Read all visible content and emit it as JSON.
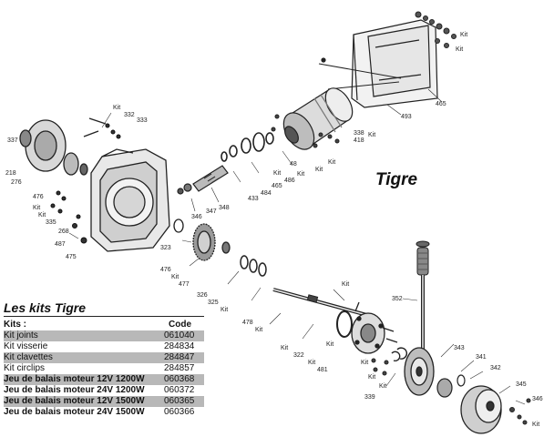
{
  "diagram_title": "Tigre",
  "callouts": [
    {
      "id": "c-kit-332",
      "text": "Kit"
    },
    {
      "id": "c-332",
      "text": "332"
    },
    {
      "id": "c-333",
      "text": "333"
    },
    {
      "id": "c-338",
      "text": "338"
    },
    {
      "id": "c-418",
      "text": "418"
    },
    {
      "id": "c-kit-418",
      "text": "Kit"
    },
    {
      "id": "c-kit-top1",
      "text": "Kit"
    },
    {
      "id": "c-kit-top2",
      "text": "Kit"
    },
    {
      "id": "c-465",
      "text": "465"
    },
    {
      "id": "c-493",
      "text": "493"
    },
    {
      "id": "c-48",
      "text": "48"
    },
    {
      "id": "c-kit-a",
      "text": "Kit"
    },
    {
      "id": "c-kit-b",
      "text": "Kit"
    },
    {
      "id": "c-kit-c",
      "text": "Kit"
    },
    {
      "id": "c-kit-d",
      "text": "Kit"
    },
    {
      "id": "c-486",
      "text": "486"
    },
    {
      "id": "c-465b",
      "text": "465"
    },
    {
      "id": "c-484",
      "text": "484"
    },
    {
      "id": "c-433",
      "text": "433"
    },
    {
      "id": "c-348",
      "text": "348"
    },
    {
      "id": "c-347",
      "text": "347"
    },
    {
      "id": "c-346",
      "text": "346"
    },
    {
      "id": "c-337",
      "text": "337"
    },
    {
      "id": "c-218",
      "text": "218"
    },
    {
      "id": "c-276",
      "text": "276"
    },
    {
      "id": "c-476",
      "text": "476"
    },
    {
      "id": "c-kit-left1",
      "text": "Kit"
    },
    {
      "id": "c-kit-left2",
      "text": "Kit"
    },
    {
      "id": "c-335",
      "text": "335"
    },
    {
      "id": "c-268",
      "text": "268"
    },
    {
      "id": "c-487",
      "text": "487"
    },
    {
      "id": "c-475",
      "text": "475"
    },
    {
      "id": "c-323",
      "text": "323"
    },
    {
      "id": "c-476b",
      "text": "476"
    },
    {
      "id": "c-kit-mid1",
      "text": "Kit"
    },
    {
      "id": "c-477",
      "text": "477"
    },
    {
      "id": "c-326",
      "text": "326"
    },
    {
      "id": "c-325",
      "text": "325"
    },
    {
      "id": "c-kit-mid2",
      "text": "Kit"
    },
    {
      "id": "c-478",
      "text": "478"
    },
    {
      "id": "c-kit-mid3",
      "text": "Kit"
    },
    {
      "id": "c-kit-mid4",
      "text": "Kit"
    },
    {
      "id": "c-322",
      "text": "322"
    },
    {
      "id": "c-kit-mid5",
      "text": "Kit"
    },
    {
      "id": "c-481",
      "text": "481"
    },
    {
      "id": "c-kit-shaft",
      "text": "Kit"
    },
    {
      "id": "c-352",
      "text": "352"
    },
    {
      "id": "c-343",
      "text": "343"
    },
    {
      "id": "c-341",
      "text": "341"
    },
    {
      "id": "c-342",
      "text": "342"
    },
    {
      "id": "c-345",
      "text": "345"
    },
    {
      "id": "c-339",
      "text": "339"
    },
    {
      "id": "c-kit-bot1",
      "text": "Kit"
    },
    {
      "id": "c-kit-bot2",
      "text": "Kit"
    },
    {
      "id": "c-kit-bot3",
      "text": "Kit"
    },
    {
      "id": "c-kit-bot4",
      "text": "Kit"
    },
    {
      "id": "c-346b",
      "text": "346"
    },
    {
      "id": "c-kit-bot5",
      "text": "Kit"
    }
  ],
  "kits": {
    "title": "Les kits Tigre",
    "col_kits": "Kits :",
    "col_code": "Code",
    "rows": [
      {
        "name": "Kit joints",
        "code": "061040",
        "shaded": true,
        "bold": false
      },
      {
        "name": "Kit visserie",
        "code": "284834",
        "shaded": false,
        "bold": false
      },
      {
        "name": "Kit clavettes",
        "code": "284847",
        "shaded": true,
        "bold": false
      },
      {
        "name": "Kit circlips",
        "code": "284857",
        "shaded": false,
        "bold": false
      },
      {
        "name": "Jeu de balais moteur 12V 1200W",
        "code": "060368",
        "shaded": true,
        "bold": true
      },
      {
        "name": "Jeu de balais moteur 24V 1200W",
        "code": "060372",
        "shaded": false,
        "bold": true
      },
      {
        "name": "Jeu de balais moteur 12V 1500W",
        "code": "060365",
        "shaded": true,
        "bold": true
      },
      {
        "name": "Jeu de balais moteur 24V 1500W",
        "code": "060366",
        "shaded": false,
        "bold": true
      }
    ]
  }
}
